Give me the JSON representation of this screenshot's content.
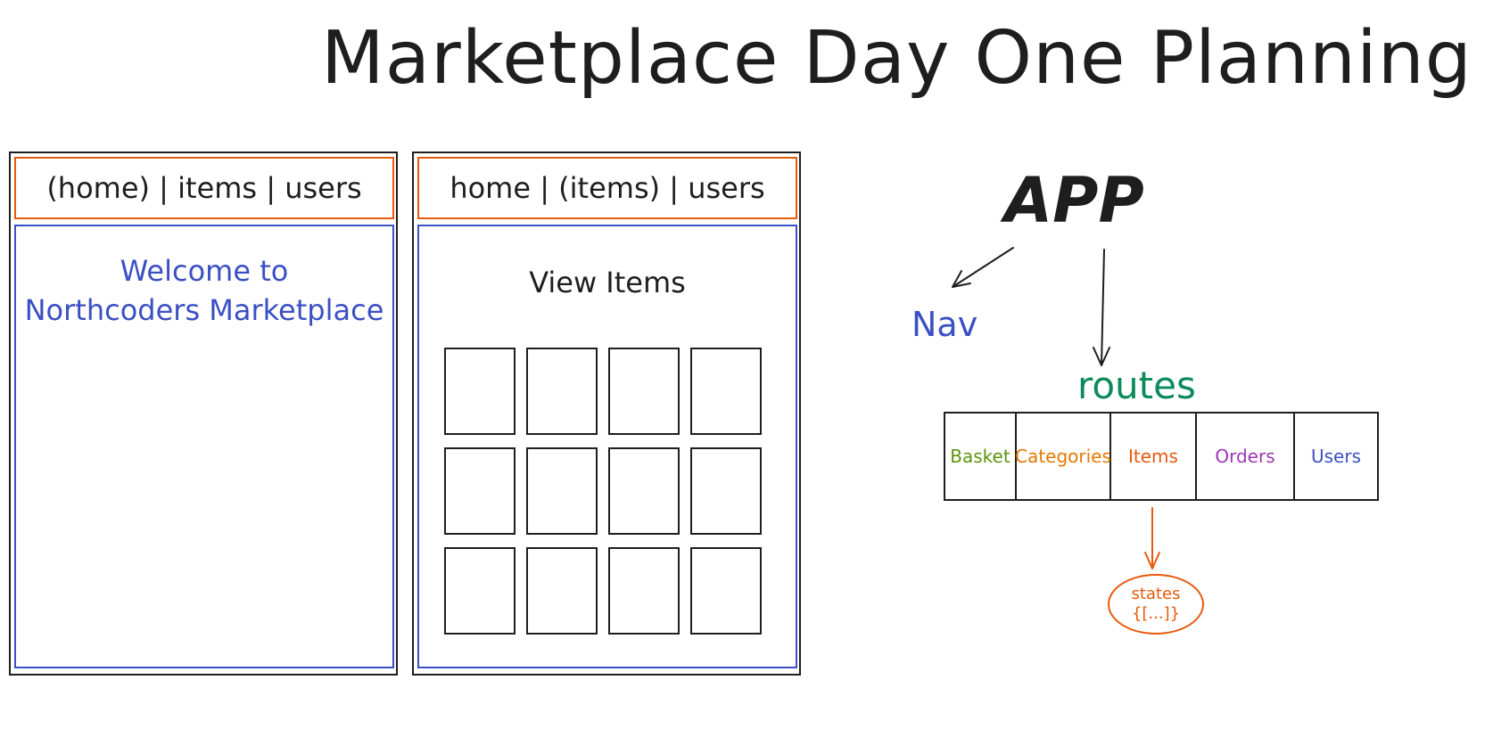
{
  "title": "Marketplace Day One Planning",
  "home_wireframe": {
    "nav_text": "(home) | items | users",
    "welcome_line1": "Welcome to",
    "welcome_line2": "Northcoders Marketplace"
  },
  "items_wireframe": {
    "nav_text": "home | (items) | users",
    "heading": "View Items",
    "grid_rows": 3,
    "grid_cols": 4
  },
  "diagram": {
    "app_label": "APP",
    "nav_label": "Nav",
    "routes_label": "routes",
    "routes": [
      {
        "label": "Basket",
        "color": "#5c940d"
      },
      {
        "label": "Categories",
        "color": "#e67700"
      },
      {
        "label": "Items",
        "color": "#e8590c"
      },
      {
        "label": "Orders",
        "color": "#9c36b5"
      },
      {
        "label": "Users",
        "color": "#3b4fc4"
      }
    ],
    "states_line1": "states",
    "states_line2": "{[...]}"
  },
  "colors": {
    "nav_border": "#e8590c",
    "content_border": "#3b4fc4",
    "nav_text": "#3b4fc4",
    "routes_text": "#0b8a5a",
    "states": "#e8590c"
  }
}
